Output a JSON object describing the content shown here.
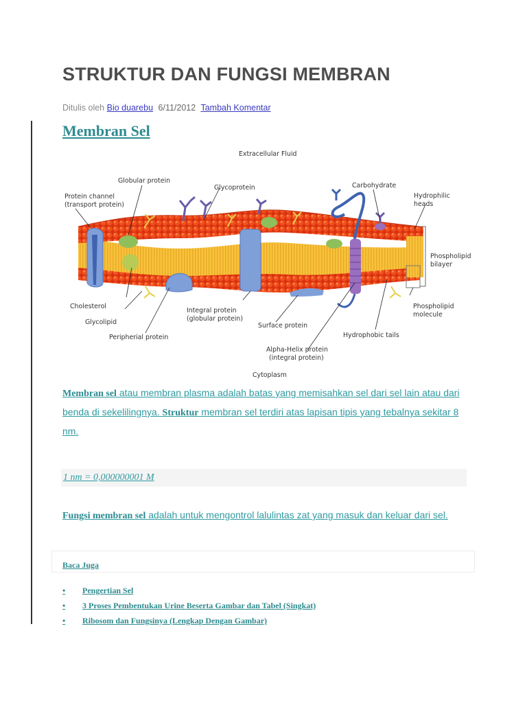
{
  "article": {
    "title": "STRUKTUR DAN FUNGSI MEMBRAN",
    "meta": {
      "prefix": "Ditulis oleh",
      "author": "Bio duarebu",
      "date": "6/11/2012",
      "comment_link": "Tambah Komentar"
    },
    "section_heading": "Membran Sel",
    "diagram": {
      "labels": {
        "extracellular": "Extracellular Fluid",
        "globular_protein": "Globular protein",
        "glycoprotein": "Glycoprotein",
        "protein_channel_1": "Protein channel",
        "protein_channel_2": "(transport protein)",
        "carbohydrate": "Carbohydrate",
        "hydrophilic_1": "Hydrophilic",
        "hydrophilic_2": "heads",
        "phospholipid_bilayer_1": "Phospholipid",
        "phospholipid_bilayer_2": "bilayer",
        "cholesterol": "Cholesterol",
        "glycolipid": "Glycolipid",
        "peripheral_protein": "Peripherial protein",
        "integral_protein_1": "Integral protein",
        "integral_protein_2": "(globular protein)",
        "surface_protein": "Surface protein",
        "hydrophobic_tails": "Hydrophobic tails",
        "phospholipid_molecule_1": "Phospholipid",
        "phospholipid_molecule_2": "molecule",
        "alpha_helix_1": "Alpha-Helix protein",
        "alpha_helix_2": "(integral protein)",
        "cytoplasm": "Cytoplasm"
      },
      "colors": {
        "heads": "#e8401c",
        "tails": "#f7c540",
        "protein": "#7f9fd8",
        "glyco": "#6a5aa8",
        "cholesterol": "#8fbf5a"
      }
    },
    "paragraph1": {
      "term": "Membran sel",
      "text_a": " atau membran plasma adalah batas yang memisahkan sel dari sel lain atau dari benda di sekelilingnya. ",
      "term2": "Struktur",
      "text_b": " membran sel terdiri atas lapisan tipis yang tebalnya sekitar 8 nm."
    },
    "note": "1 nm = 0,000000001 M",
    "paragraph2": {
      "term": "Fungsi membran sel",
      "text": " adalah untuk mengontrol lalulintas zat yang masuk dan keluar dari sel."
    },
    "related": {
      "label": "Baca Juga",
      "bullet": "•",
      "items": [
        "Pengertian Sel",
        "3 Proses Pembentukan Urine Beserta Gambar dan Tabel (Singkat)",
        "Ribosom dan Fungsinya (Lengkap Dengan Gambar)"
      ]
    }
  }
}
